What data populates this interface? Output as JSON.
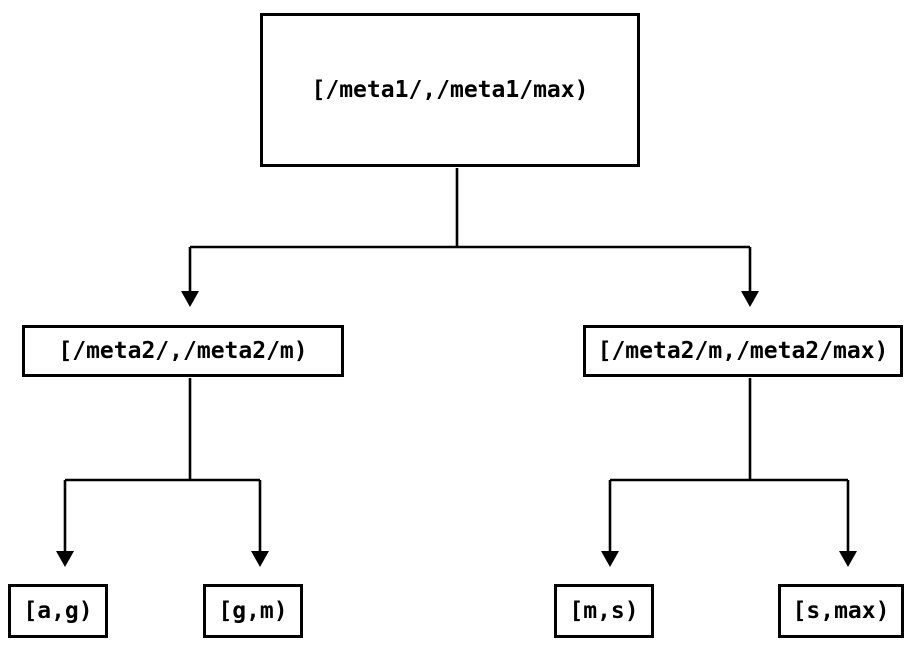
{
  "diagram": {
    "type": "binary-interval-tree",
    "colors": {
      "background": "#ffffff",
      "line": "#000000",
      "box_border": "#000000",
      "box_fill": "#ffffff",
      "text": "#000000"
    },
    "nodes": {
      "root": {
        "label": "[/meta1/,/meta1/max)"
      },
      "left": {
        "label": "[/meta2/,/meta2/m)"
      },
      "right": {
        "label": "[/meta2/m,/meta2/max)"
      },
      "leaf_ag": {
        "label": "[a,g)"
      },
      "leaf_gm": {
        "label": "[g,m)"
      },
      "leaf_ms": {
        "label": "[m,s)"
      },
      "leaf_smax": {
        "label": "[s,max)"
      }
    },
    "edges": [
      {
        "from": "root",
        "to": "left",
        "arrow": "filled-triangle-down"
      },
      {
        "from": "root",
        "to": "right",
        "arrow": "filled-triangle-down"
      },
      {
        "from": "left",
        "to": "leaf_ag",
        "arrow": "filled-triangle-down"
      },
      {
        "from": "left",
        "to": "leaf_gm",
        "arrow": "filled-triangle-down"
      },
      {
        "from": "right",
        "to": "leaf_ms",
        "arrow": "filled-triangle-down"
      },
      {
        "from": "right",
        "to": "leaf_smax",
        "arrow": "filled-triangle-down"
      }
    ]
  }
}
